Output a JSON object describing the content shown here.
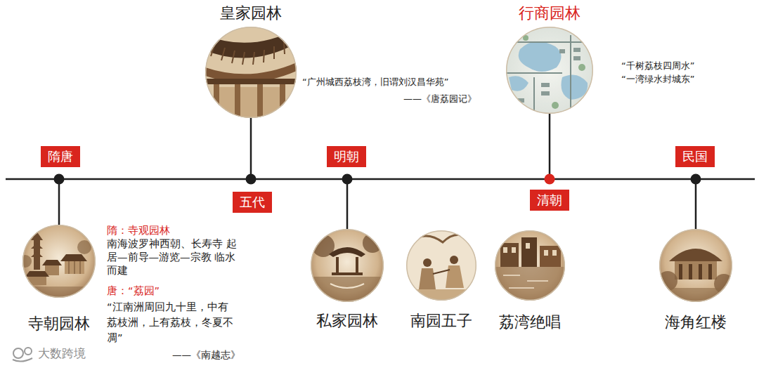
{
  "diagram": {
    "nodes": [
      {
        "text": [
          "隋唐"
        ]
      },
      {
        "text": [
          "寺朝园林"
        ]
      },
      {
        "text": [
          "皇家园林"
        ]
      },
      {
        "text": [
          "五代"
        ]
      },
      {
        "text": [
          "明朝"
        ]
      },
      {
        "text": [
          "私家园林"
        ]
      },
      {
        "text": [
          "南园五子"
        ]
      },
      {
        "text": [
          "荔湾绝唱"
        ]
      },
      {
        "text": [
          "行商园林"
        ]
      },
      {
        "text": [
          "清朝"
        ]
      },
      {
        "text": [
          "民国"
        ]
      },
      {
        "text": [
          "海角红楼"
        ]
      }
    ],
    "labels": [
      "隋：寺观园林",
      "南海波罗神西朝、长寿寺 起居—前导—游览—宗教 临水而建",
      "唐：“荔园”",
      "“江南洲周回九十里，中有 荔枝洲，上有荔枝，冬夏不 凋”",
      "——《南越志》",
      "“广州城西荔枝湾，旧谓刘汉昌华苑”",
      "——《唐荔园记》",
      "“千树荔枝四周水”",
      "“一湾绿水封城东”",
      "大数跨境"
    ]
  }
}
